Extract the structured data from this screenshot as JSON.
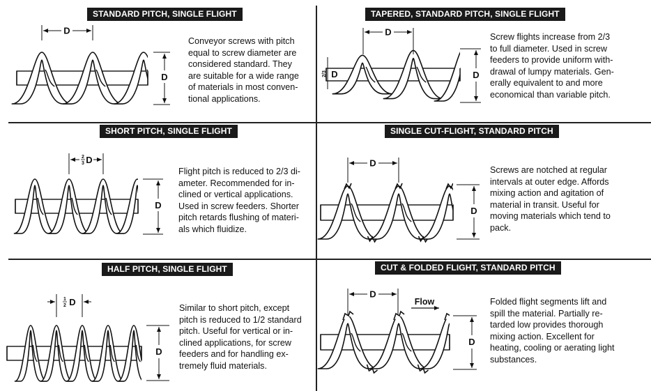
{
  "panels": [
    {
      "title": "STANDARD PITCH, SINGLE FLIGHT",
      "pitch_label": "D",
      "diameter_label": "D",
      "lines": [
        "Conveyor screws with pitch",
        "equal to screw diameter are",
        "considered standard. They",
        "are suitable for a wide range",
        "of materials in most conven-",
        "tional applications."
      ]
    },
    {
      "title": "TAPERED, STANDARD PITCH, SINGLE FLIGHT",
      "pitch_label": "D",
      "diameter_label": "D",
      "taper_label": "2/3",
      "lines": [
        "Screw flights increase from 2/3",
        "to full diameter. Used in screw",
        "feeders to provide uniform with-",
        "drawal of lumpy materials. Gen-",
        "erally equivalent to and more",
        "economical than variable pitch."
      ]
    },
    {
      "title": "SHORT PITCH, SINGLE FLIGHT",
      "pitch_label_num": "2",
      "pitch_label_den": "3",
      "pitch_label_sym": "D",
      "diameter_label": "D",
      "lines": [
        "Flight pitch is reduced to 2/3 di-",
        "ameter. Recommended for in-",
        "clined or vertical applications.",
        "Used in screw feeders. Shorter",
        "pitch retards flushing of materi-",
        "als which fluidize."
      ]
    },
    {
      "title": "SINGLE CUT-FLIGHT, STANDARD PITCH",
      "pitch_label": "D",
      "diameter_label": "D",
      "lines": [
        "Screws are notched at regular",
        "intervals at outer edge. Affords",
        "mixing action and agitation of",
        "material in transit. Useful for",
        "moving materials which tend to",
        "pack."
      ]
    },
    {
      "title": "HALF PITCH, SINGLE FLIGHT",
      "pitch_label_num": "1",
      "pitch_label_den": "2",
      "pitch_label_sym": "D",
      "diameter_label": "D",
      "lines": [
        "Similar to short pitch, except",
        "pitch is reduced to 1/2 standard",
        "pitch. Useful for vertical or in-",
        "clined applications, for screw",
        "feeders and for handling ex-",
        "tremely fluid materials."
      ]
    },
    {
      "title": "CUT & FOLDED FLIGHT, STANDARD PITCH",
      "pitch_label": "D",
      "diameter_label": "D",
      "flow_label": "Flow",
      "lines": [
        "Folded flight segments lift and",
        "spill the material. Partially re-",
        "tarded low provides thorough",
        "mixing action. Excellent for",
        "heating, cooling or aerating light",
        "substances."
      ]
    }
  ]
}
